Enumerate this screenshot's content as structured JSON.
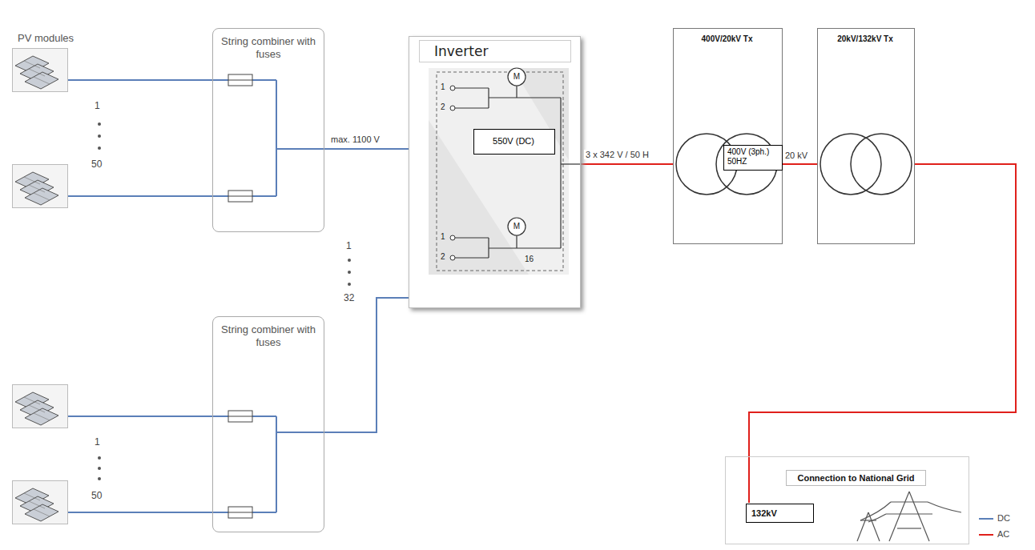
{
  "diagram": {
    "nodes": [
      {
        "text": [
          "String combiner with fuses"
        ]
      },
      {
        "text": [
          "String combiner with fuses"
        ]
      },
      {
        "text": [
          "Inverter"
        ]
      },
      {
        "text": [
          "550V (DC)"
        ],
        "in": 2
      },
      {
        "text": [
          "400V/20kV Tx"
        ]
      },
      {
        "text": [
          "400V (3ph.) 50HZ"
        ],
        "in": 4
      },
      {
        "text": [
          "20kV/132kV Tx"
        ]
      },
      {
        "text": [
          "Connection to National Grid",
          "132kV"
        ]
      }
    ],
    "edges": [
      {
        "from": 0,
        "to": 2,
        "arrow": "none",
        "label": "max. 1100 V"
      },
      {
        "from": 1,
        "to": 2,
        "arrow": "none"
      },
      {
        "from": 2,
        "to": 4,
        "arrow": "none",
        "label": "3 x 342 V / 50 H"
      },
      {
        "from": 4,
        "to": 6,
        "arrow": "none",
        "label": "20 kV"
      },
      {
        "from": 6,
        "to": 7,
        "arrow": "none"
      }
    ],
    "labels": [
      "PV modules",
      "1",
      "50",
      "1",
      "32",
      "1",
      "50",
      "1",
      "2",
      "M",
      "1",
      "2",
      "M",
      "16"
    ],
    "legend": [
      {
        "text": "DC"
      },
      {
        "text": "AC"
      }
    ]
  }
}
